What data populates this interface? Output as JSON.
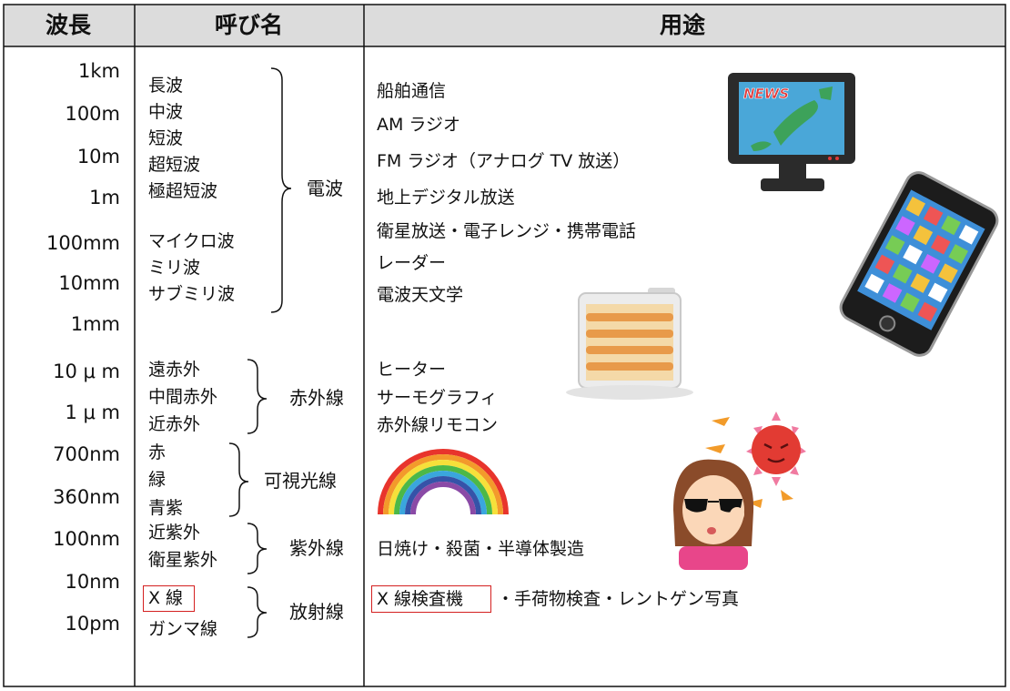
{
  "header": {
    "wavelength": "波長",
    "name": "呼び名",
    "usage": "用途"
  },
  "wavelengths": [
    "1km",
    "100m",
    "10m",
    "1m",
    "100mm",
    "10mm",
    "1mm",
    "10 μ m",
    "1 μ m",
    "700nm",
    "360nm",
    "100nm",
    "10nm",
    "10pm"
  ],
  "names": {
    "radio_items": [
      "長波",
      "中波",
      "短波",
      "超短波",
      "極超短波",
      "マイクロ波",
      "ミリ波",
      "サブミリ波"
    ],
    "radio_group": "電波",
    "infrared_items": [
      "遠赤外",
      "中間赤外",
      "近赤外"
    ],
    "infrared_group": "赤外線",
    "visible_items": [
      "赤",
      "緑",
      "青紫"
    ],
    "visible_group": "可視光線",
    "uv_items": [
      "近紫外",
      "衛星紫外"
    ],
    "uv_group": "紫外線",
    "radiation_items": [
      "X 線",
      "ガンマ線"
    ],
    "radiation_group": "放射線"
  },
  "usages": {
    "radio": [
      "船舶通信",
      "AM ラジオ",
      "FM ラジオ（アナログ TV 放送）",
      "地上デジタル放送",
      "衛星放送・電子レンジ・携帯電話",
      "レーダー",
      "電波天文学"
    ],
    "infrared": [
      "ヒーター",
      "サーモグラフィ",
      "赤外線リモコン"
    ],
    "uv": "日焼け・殺菌・半導体製造",
    "xray_highlight": "X 線検査機",
    "xray_rest": "・手荷物検査・レントゲン写真"
  },
  "illustrations": {
    "tv_screen_text": "NEWS"
  },
  "colors": {
    "header_bg": "#dcdcdc",
    "border": "#111111",
    "highlight_box": "#d42020"
  }
}
